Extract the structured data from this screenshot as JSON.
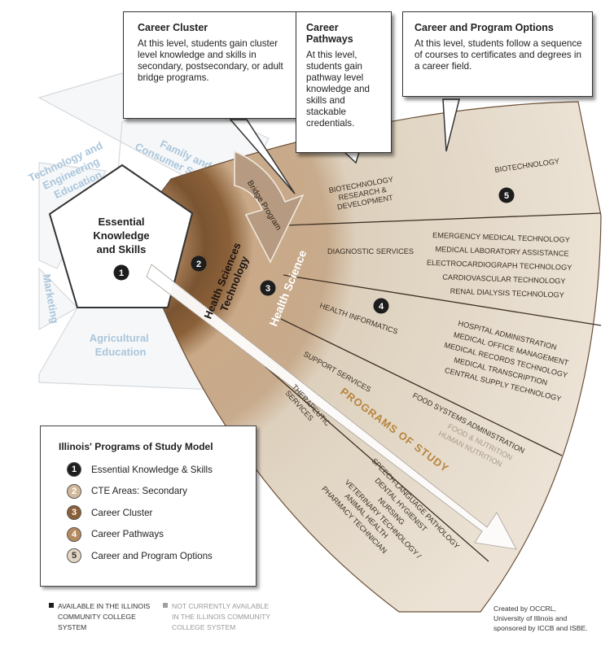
{
  "colors": {
    "dark_brown": "#7a5432",
    "mid_brown": "#b58a5f",
    "tan": "#d6c1a5",
    "light_tan": "#e9dfd0",
    "faded_blue": "#a9c6dc",
    "black": "#1d1d1d"
  },
  "boxes": {
    "career_cluster": {
      "title": "Career Cluster",
      "text": "At this level, students gain cluster level knowledge and skills in secondary, postsecondary, or adult bridge programs."
    },
    "career_pathways": {
      "title": "Career Pathways",
      "text": "At this level, students gain pathway level knowledge and skills and stackable credentials."
    },
    "career_options": {
      "title": "Career and Program Options",
      "text": "At this level, students follow a sequence of courses to certificates and degrees in a career field."
    }
  },
  "center": {
    "title_line1": "Essential",
    "title_line2": "Knowledge",
    "title_line3": "and Skills",
    "number": "1"
  },
  "faded_clusters": {
    "technology_line1": "Technology and",
    "technology_line2": "Engineering",
    "technology_line3": "Education",
    "family_line1": "Family and",
    "family_line2": "Consumer Sciences",
    "marketing": "Marketing",
    "agricultural_line1": "Agricultural",
    "agricultural_line2": "Education"
  },
  "ring_labels": {
    "hst_line1": "Health Sciences",
    "hst_line2": "Technology",
    "hst_number": "2",
    "health_science": "Health Science",
    "health_science_number": "3",
    "bridge_program": "Bridge Program",
    "pathways_number": "4",
    "options_number": "5",
    "programs_of_study": "PROGRAMS OF STUDY"
  },
  "pathways": {
    "biotech_line1": "BIOTECHNOLOGY",
    "biotech_line2": "RESEARCH &",
    "biotech_line3": "DEVELOPMENT",
    "diagnostic": "DIAGNOSTIC SERVICES",
    "health_informatics": "HEALTH INFORMATICS",
    "support": "SUPPORT SERVICES",
    "therapeutic_line1": "THERAPEUTIC",
    "therapeutic_line2": "SERVICES"
  },
  "options": {
    "biotechnology": "BIOTECHNOLOGY",
    "diagnostic": [
      "EMERGENCY MEDICAL TECHNOLOGY",
      "MEDICAL LABORATORY ASSISTANCE",
      "ELECTROCARDIOGRAPH TECHNOLOGY",
      "CARDIOVASCULAR TECHNOLOGY",
      "RENAL DIALYSIS TECHNOLOGY"
    ],
    "informatics": [
      "HOSPITAL ADMINISTRATION",
      "MEDICAL OFFICE MANAGEMENT",
      "MEDICAL RECORDS TECHNOLOGY",
      "MEDICAL TRANSCRIPTION",
      "CENTRAL SUPPLY TECHNOLOGY"
    ],
    "support_available": "FOOD SYSTEMS ADMINISTRATION",
    "support_unavailable": [
      "FOOD & NUTRITION",
      "HUMAN NUTRITION"
    ],
    "therapeutic": [
      "SPEECH-LANGUAGE PATHOLOGY",
      "DENTAL HYGIENIST",
      "NURSING",
      "VETERINARY TECHNOLOGY /",
      "ANIMAL HEALTH",
      "PHARMACY TECHNICIAN"
    ]
  },
  "legend": {
    "title": "Illinois' Programs of Study Model",
    "items": [
      {
        "num": "1",
        "label": "Essential Knowledge & Skills",
        "color": "#1d1d1d"
      },
      {
        "num": "2",
        "label": "CTE Areas: Secondary",
        "color": "#d2b89a"
      },
      {
        "num": "3",
        "label": "Career Cluster",
        "color": "#8a6038"
      },
      {
        "num": "4",
        "label": "Career Pathways",
        "color": "#b58a5f"
      },
      {
        "num": "5",
        "label": "Career and Program Options",
        "color": "#e4d6c2"
      }
    ]
  },
  "footer": {
    "available_line1": "AVAILABLE IN THE ILLINOIS",
    "available_line2": "COMMUNITY COLLEGE",
    "available_line3": "SYSTEM",
    "unavailable_line1": "NOT CURRENTLY AVAILABLE",
    "unavailable_line2": "IN THE ILLINOIS COMMUNITY",
    "unavailable_line3": "COLLEGE SYSTEM",
    "credit_line1": "Created by OCCRL,",
    "credit_line2": "University of Illinois and",
    "credit_line3": "sponsored by ICCB and ISBE."
  }
}
